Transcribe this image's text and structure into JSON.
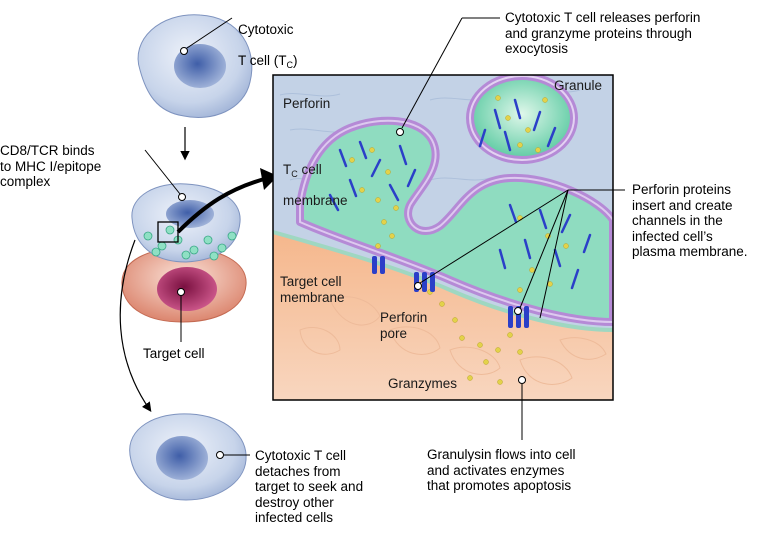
{
  "labels": {
    "tc_cell_main": "Cytotoxic",
    "tc_cell_line2": "T cell (T",
    "tc_cell_sub": "C",
    "tc_cell_close": ")",
    "cd8_binding": "CD8/TCR binds\nto MHC I/epitope\ncomplex",
    "target_cell": "Target cell",
    "detaches": "Cytotoxic T cell\ndetaches from\ntarget to seek and\ndestroy other\ninfected cells",
    "releases": "Cytotoxic T cell releases perforin\nand granzyme proteins through\nexocytosis",
    "perforin_insert": "Perforin proteins\ninsert and create\nchannels in the\ninfected cell’s\nplasma membrane.",
    "granulysin": "Granulysin flows into cell\nand activates enzymes\nthat promotes apoptosis"
  },
  "inset_labels": {
    "perforin": "Perforin",
    "granule": "Granule",
    "tc_membrane_t": "T",
    "tc_membrane_sub": "C",
    "tc_membrane_rest": " cell",
    "tc_membrane_line2": "membrane",
    "target_membrane": "Target cell\nmembrane",
    "perforin_pore": "Perforin\npore",
    "granzymes": "Granzymes"
  },
  "colors": {
    "tcell_fill": "#c9d6ec",
    "tcell_nucleus": "#6f88bf",
    "target_fill": "#e8a08a",
    "target_nucleus": "#a3265f",
    "granule_fill": "#57c9a0",
    "membrane": "#b58ad6",
    "perforin": "#2b3fc8",
    "granzyme": "#e3d24a"
  }
}
